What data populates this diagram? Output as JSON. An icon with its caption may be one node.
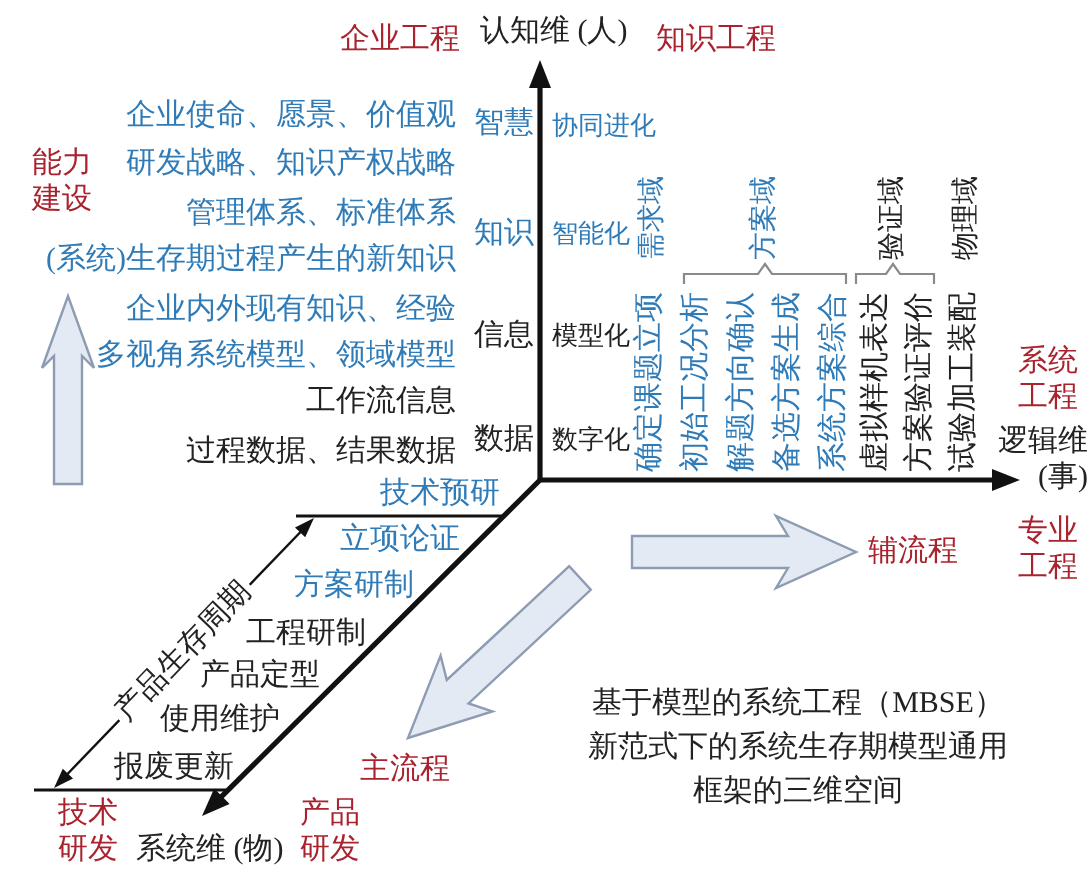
{
  "diagram": {
    "caption": "基于模型的系统工程（MBSE）新范式下的系统生存期模型通用框架的三维空间",
    "labels": [
      "企业工程",
      "认知维 (人)",
      "知识工程",
      "企业使命、愿景、价值观",
      "智慧",
      "协同进化",
      "能力建设",
      "研发战略、知识产权战略",
      "需求域",
      "方案域",
      "验证域",
      "物理域",
      "管理体系、标准体系",
      "知识",
      "智能化",
      "(系统)生存期过程产生的新知识",
      "企业内外现有知识、经验",
      "信息",
      "模型化",
      "确定课题立项",
      "初始工况分析",
      "解题方向确认",
      "备选方案生成",
      "系统方案综合",
      "虚拟样机表达",
      "方案验证评价",
      "试验加工装配",
      "多视角系统模型、领域模型",
      "系统工程",
      "工作流信息",
      "数据",
      "数字化",
      "逻辑维 (事)",
      "过程数据、结果数据",
      "技术预研",
      "专业工程",
      "立项论证",
      "辅流程",
      "方案研制",
      "产品生存周期",
      "工程研制",
      "产品定型",
      "使用维护",
      "报废更新",
      "主流程",
      "技术研发",
      "系统维 (物)",
      "产品研发"
    ]
  }
}
